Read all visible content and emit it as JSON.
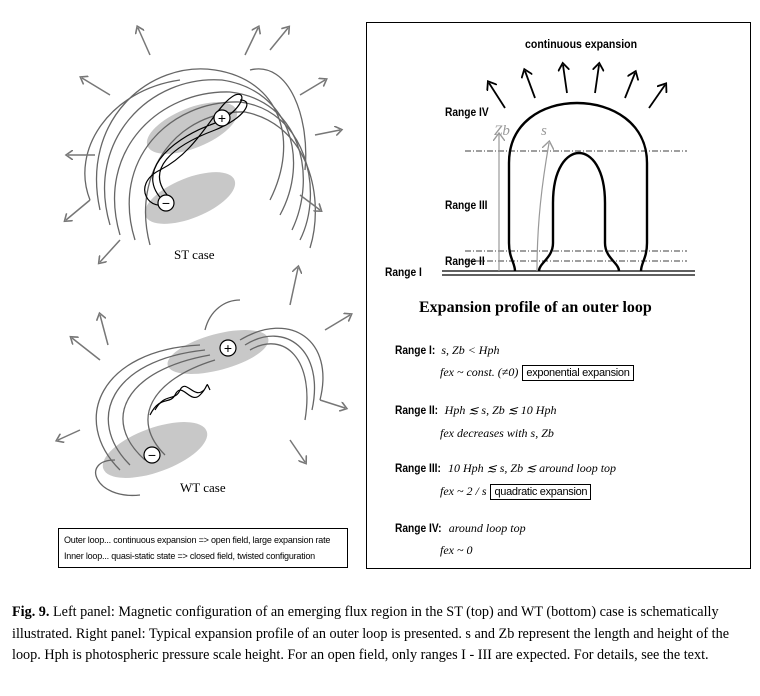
{
  "left": {
    "st_label": "ST case",
    "wt_label": "WT case",
    "polarity_plus": "+",
    "polarity_minus": "−",
    "legend_outer": "Outer loop... continuous expansion => open field, large expansion rate",
    "legend_inner": "Inner loop... quasi-static state => closed field, twisted configuration"
  },
  "right": {
    "top_label": "continuous expansion",
    "zb_label": "Zb",
    "s_label": "s",
    "range_iv": "Range IV",
    "range_iii": "Range III",
    "range_ii": "Range II",
    "range_i": "Range I",
    "title": "Expansion profile of an outer loop",
    "defs": [
      {
        "range": "Range I:",
        "cond": "s, Zb < Hph",
        "fex": "fex ~ const. (≠0)",
        "box": "exponential expansion"
      },
      {
        "range": "Range II:",
        "cond": "Hph ≲ s, Zb ≲ 10 Hph",
        "fex": "fex decreases with s, Zb",
        "box": ""
      },
      {
        "range": "Range III:",
        "cond": "10 Hph ≲ s, Zb ≲ around loop top",
        "fex": "fex ~ 2 / s",
        "box": "quadratic expansion"
      },
      {
        "range": "Range IV:",
        "cond": "around loop top",
        "fex": "fex ~ 0",
        "box": ""
      }
    ]
  },
  "caption": {
    "fig": "Fig. 9.",
    "text": "Left panel: Magnetic configuration of an emerging flux region in the ST (top) and WT (bottom) case is schematically illustrated. Right panel: Typical expansion profile of an outer loop is presented. s and Zb represent the length and height of the loop. Hph is photospheric pressure scale height. For an open field, only ranges I - III are expected. For details, see the text."
  }
}
